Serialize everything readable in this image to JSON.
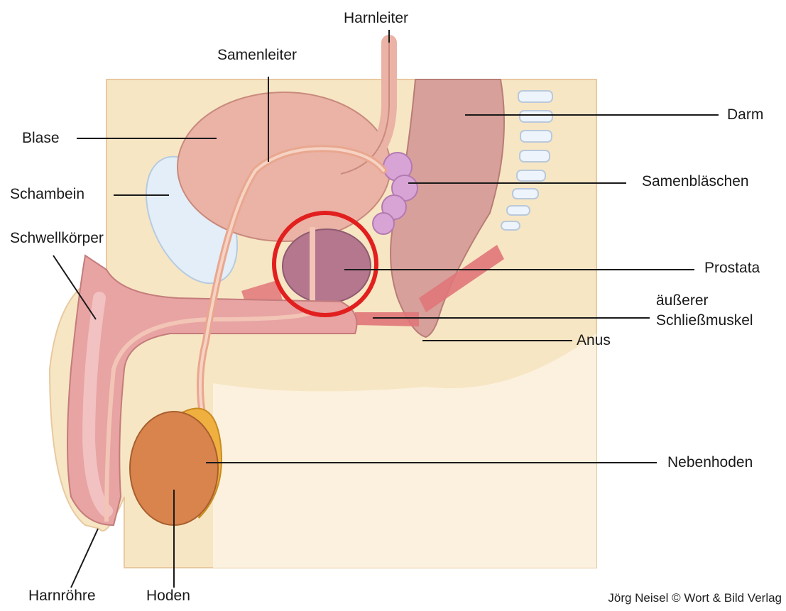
{
  "labels": {
    "harnleiter": "Harnleiter",
    "samenleiter": "Samenleiter",
    "blase": "Blase",
    "darm": "Darm",
    "schambein": "Schambein",
    "samenblaeschen": "Samenbläschen",
    "schwellkoerper": "Schwellkörper",
    "prostata": "Prostata",
    "schliessmuskel_line1": "äußerer",
    "schliessmuskel_line2": "Schließmuskel",
    "anus": "Anus",
    "nebenhoden": "Nebenhoden",
    "harnroehre": "Harnröhre",
    "hoden": "Hoden"
  },
  "credit": "Jörg Neisel © Wort & Bild Verlag",
  "highlight": {
    "target": "Prostata",
    "color": "#e21f1f"
  },
  "colors": {
    "skin": "#f7e6c4",
    "bladder": "#eab3a6",
    "penis": "#e8a3a3",
    "rectum": "#d7a09a",
    "testis": "#d9844c",
    "epididymis": "#f0b040",
    "seminal_vesicle": "#d8a4d6",
    "prostate": "#b4778e",
    "muscle": "#e0767a"
  }
}
